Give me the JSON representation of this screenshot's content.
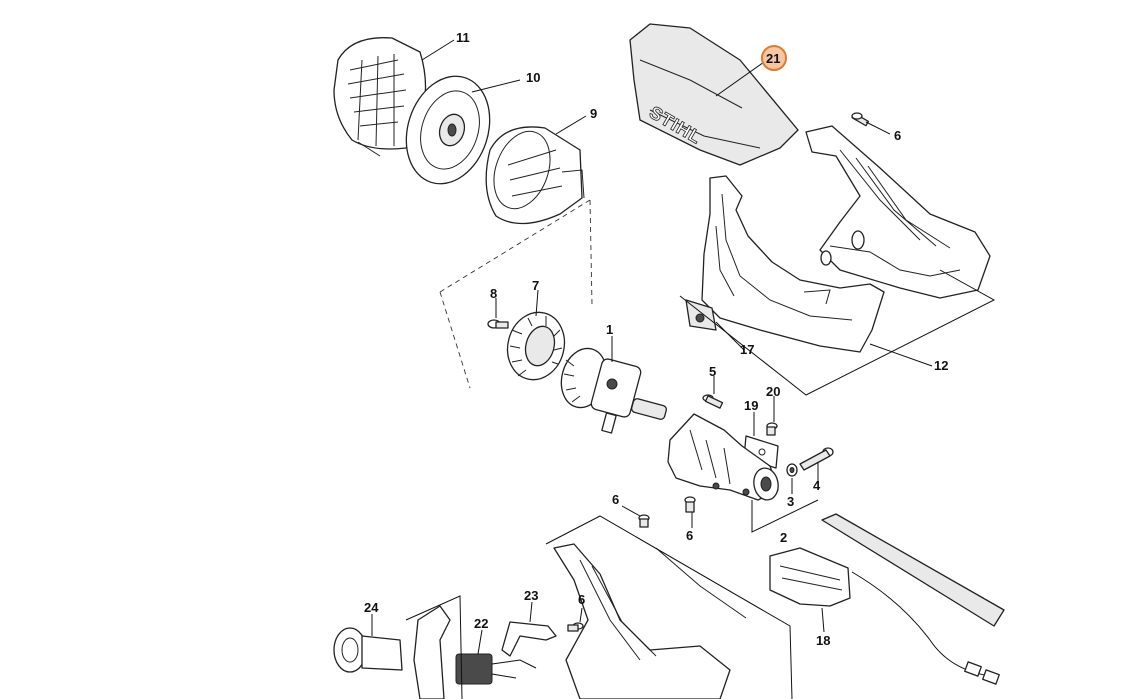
{
  "diagram": {
    "brand_logo": "STIHL",
    "highlight_color": "#e07a2e",
    "highlighted_callout": "21",
    "callouts": {
      "c1": "1",
      "c2": "2",
      "c3": "3",
      "c4": "4",
      "c5": "5",
      "c6a": "6",
      "c6b": "6",
      "c6c": "6",
      "c6d": "6",
      "c7": "7",
      "c8": "8",
      "c9": "9",
      "c10": "10",
      "c11": "11",
      "c12": "12",
      "c17": "17",
      "c18": "18",
      "c19": "19",
      "c20": "20",
      "c21": "21",
      "c22": "22",
      "c23": "23",
      "c24": "24"
    }
  }
}
